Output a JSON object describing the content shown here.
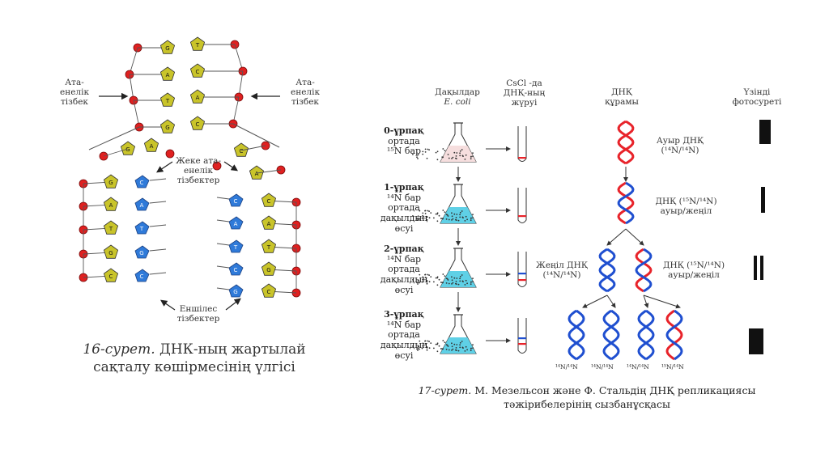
{
  "left_diagram": {
    "parent_strand_left": "Ата-\nенелік\nтізбек",
    "parent_strand_right": "Ата-\nенелік\nтізбек",
    "single_parent_strands": "Жеке ата-\nенелік\nтізбектер",
    "daughter_strands": "Еншілес\nтізбектер",
    "bases_top": [
      "G",
      "T",
      "A",
      "C",
      "T",
      "A",
      "G",
      "C"
    ],
    "bases_left_fork": [
      "G",
      "A",
      "T",
      "G",
      "C",
      "A",
      "T",
      "G",
      "C"
    ],
    "bases_right_fork": [
      "C",
      "A",
      "T",
      "G",
      "C",
      "A",
      "T",
      "C",
      "G"
    ],
    "caption_prefix": "16-сурет.",
    "caption_rest": " ДНК-ның жартылай",
    "caption_line2": "сақталу көшірмесінің үлгісі"
  },
  "right_diagram": {
    "col_culture_line1": "Дақылдар",
    "col_culture_line2": "E. coli",
    "col_cscl": "CsCl -да\nДНҚ-ның\nжүруі",
    "col_dna": "ДНҚ\nқұрамы",
    "col_photo": "Үзінді\nфотосуреті",
    "generations": [
      {
        "title": "0-ұрпақ",
        "text": "ортада\n¹⁵N бар"
      },
      {
        "title": "1-ұрпақ",
        "text": "¹⁴N бар\nортада\nдақылдың\nөсуі"
      },
      {
        "title": "2-ұрпақ",
        "text": "¹⁴N бар\nортада\nдақылдың\nөсуі"
      },
      {
        "title": "3-ұрпақ",
        "text": "¹⁴N бар\nортада\nдақылдың\nөсуі"
      }
    ],
    "heavy_dna": "Ауыр ДНҚ\n(¹⁴N/¹⁴N)",
    "hybrid_dna_1": "ДНҚ (¹⁵N/¹⁴N)\nауыр/жеңіл",
    "light_dna": "Жеңіл ДНҚ\n(¹⁴N/¹⁴N)",
    "hybrid_dna_2": "ДНҚ (¹⁵N/¹⁴N)\nауыр/жеңіл",
    "gen3_labels": [
      "¹⁴N/¹⁴N",
      "¹⁴N/¹⁴N",
      "¹⁴N/¹⁴N",
      "¹⁵N/¹⁴N"
    ],
    "caption_prefix": "17-сурет.",
    "caption_rest": " М. Мезельсон және Ф. Стальдің ДНҚ репликациясы",
    "caption_line2": "тәжірибелерінің сызбанұсқасы"
  },
  "colors": {
    "red": "#e8232a",
    "blue": "#1f4fd0",
    "yellow": "#c9c42a",
    "phosphate": "#e02020",
    "culture_heavy": "#f6dede",
    "culture_light": "#5fd0e6"
  }
}
